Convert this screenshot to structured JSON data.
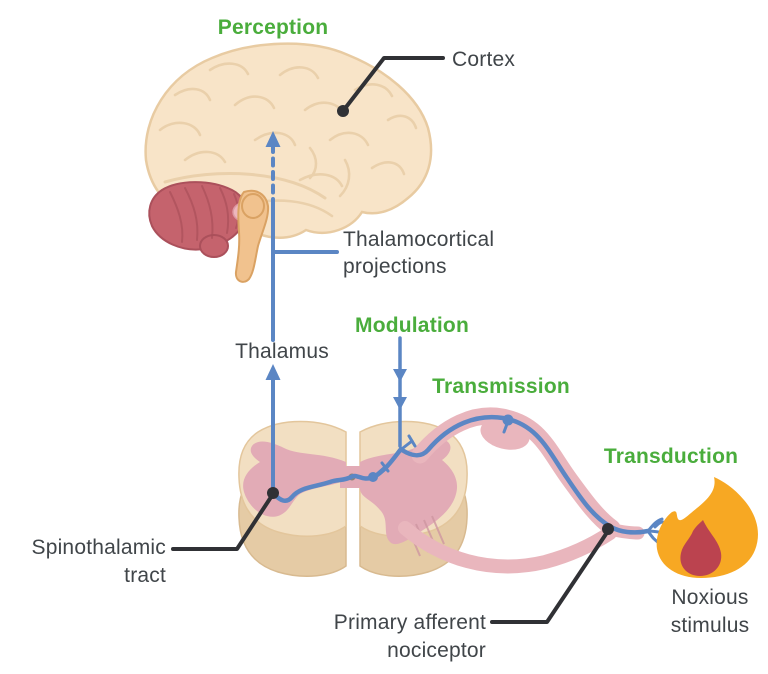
{
  "colors": {
    "green_accent": "#4aad3c",
    "text_dark": "#404549",
    "pathway_blue": "#5b86c4",
    "leader_black": "#303135",
    "flame_orange": "#f7a823",
    "flame_red": "#bb434f",
    "brain_cream": "#f8e4c8",
    "brain_outline": "#e8cba2",
    "cerebellum_red": "#c5636d",
    "brainstem_tan": "#f1c28e",
    "cord_top": "#f2dfc2",
    "cord_side": "#e5cba5",
    "gray_matter_pink": "#e2abb6",
    "nerve_pink": "#e9b6bd"
  },
  "stages": {
    "perception": "Perception",
    "modulation": "Modulation",
    "transmission": "Transmission",
    "transduction": "Transduction"
  },
  "labels": {
    "cortex": "Cortex",
    "thalamocortical": {
      "line1": "Thalamocortical",
      "line2": "projections"
    },
    "thalamus": "Thalamus",
    "spinothalamic": {
      "line1": "Spinothalamic",
      "line2": "tract"
    },
    "primary_afferent": {
      "line1": "Primary afferent",
      "line2": "nociceptor"
    },
    "noxious": {
      "line1": "Noxious",
      "line2": "stimulus"
    }
  }
}
